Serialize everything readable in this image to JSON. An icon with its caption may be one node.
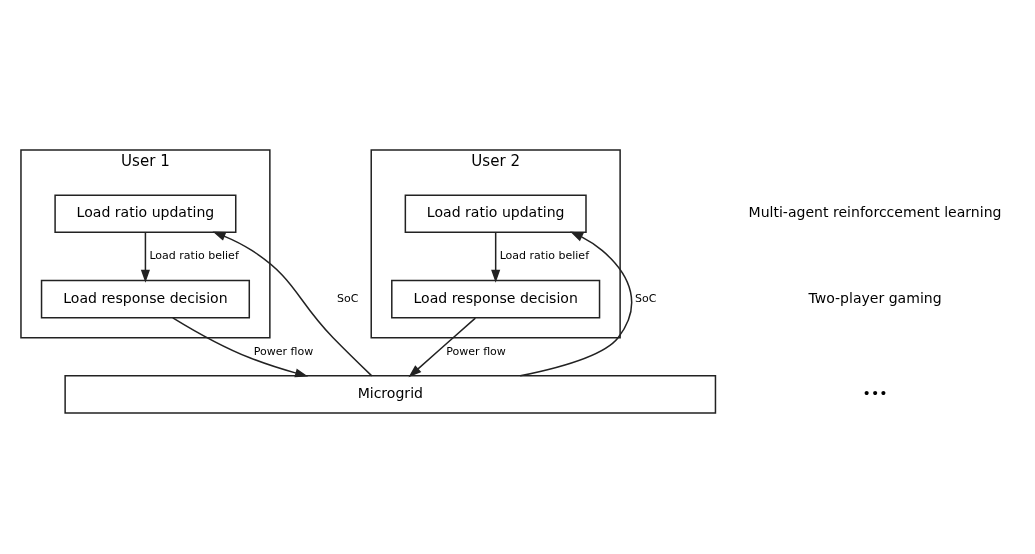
{
  "diagram": {
    "nodes": [
      {
        "text": [
          "User 1"
        ]
      },
      {
        "text": [
          "Load ratio updating"
        ],
        "in": 0
      },
      {
        "text": [
          "Load response decision"
        ],
        "in": 0
      },
      {
        "text": [
          "User 2"
        ]
      },
      {
        "text": [
          "Load ratio updating"
        ],
        "in": 3
      },
      {
        "text": [
          "Load response decision"
        ],
        "in": 3
      },
      {
        "text": [
          "Microgrid"
        ]
      }
    ],
    "edges": [
      {
        "from": 1,
        "to": 2,
        "arrow": "to",
        "label": "Load ratio belief"
      },
      {
        "from": 2,
        "to": 6,
        "arrow": "to",
        "label": "Power flow"
      },
      {
        "from": 6,
        "to": 1,
        "arrow": "to",
        "label": "SoC"
      },
      {
        "from": 4,
        "to": 5,
        "arrow": "to",
        "label": "Load ratio belief"
      },
      {
        "from": 5,
        "to": 6,
        "arrow": "to",
        "label": "Power flow"
      },
      {
        "from": 6,
        "to": 4,
        "arrow": "to",
        "label": "SoC"
      }
    ],
    "labels": [
      "Multi-agent reinforccement learning",
      "Two-player gaming",
      "•••"
    ]
  }
}
